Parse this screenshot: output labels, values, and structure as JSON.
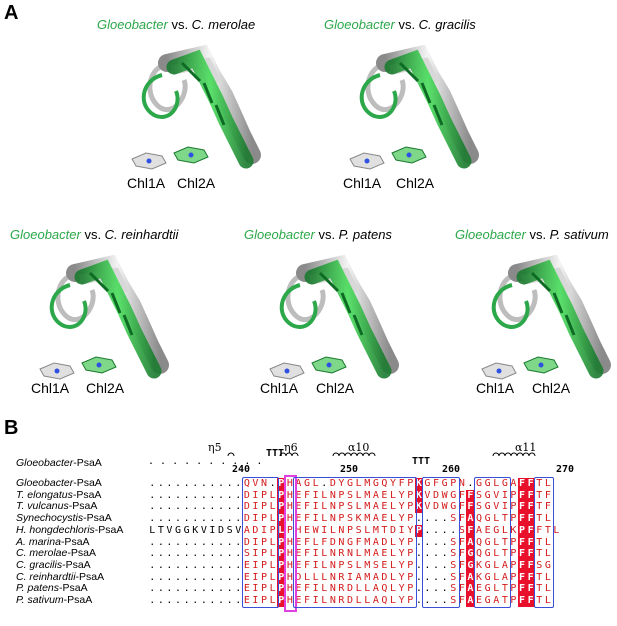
{
  "panel_a": {
    "letter": "A",
    "comparisons": [
      {
        "ref": "Gloeobacter",
        "vs": " vs. ",
        "species": "C. merolae"
      },
      {
        "ref": "Gloeobacter",
        "vs": " vs. ",
        "species": "C. gracilis"
      },
      {
        "ref": "Gloeobacter",
        "vs": " vs. ",
        "species": "C. reinhardtii"
      },
      {
        "ref": "Gloeobacter",
        "vs": " vs. ",
        "species": "P. patens"
      },
      {
        "ref": "Gloeobacter",
        "vs": " vs. ",
        "species": "P. sativum"
      }
    ],
    "chl_labels": {
      "left": "Chl1A",
      "right": "Chl2A"
    },
    "colors": {
      "gloeobacter": "#2ca84a",
      "other": "#c8c8c8"
    }
  },
  "panel_b": {
    "letter": "B",
    "secondary_structure": {
      "eta5": "η5",
      "eta6": "η6",
      "alpha10": "α10",
      "alpha11": "α11",
      "turn": "TTT"
    },
    "top_label": {
      "species": "Gloeobacter",
      "suffix": "-PsaA"
    },
    "numbers": {
      "n240": "240",
      "n250": "250",
      "n260": "260",
      "n270": "270"
    },
    "rows": [
      {
        "species": "Gloeobacter",
        "suffix": "-PsaA",
        "seq": "...........QVN.PHAGL.DYGLMGQYFPKGFGPN.GGLGAFFTL"
      },
      {
        "species": "T. elongatus",
        "suffix": "-PsaA",
        "seq": "...........DIPLPHEFILNPSLMAELYPKVDWGFFSGVIPFFTF"
      },
      {
        "species": "T. vulcanus",
        "suffix": "-PsaA",
        "seq": "...........DIPLPHEFILNPSLMAELYPKVDWGFFSGVIPFFTF"
      },
      {
        "species": "Synechocystis",
        "suffix": "-PsaA",
        "seq": "...........DIPLPHEFILNPSKMAELYP....SFAQGLTPFFTL"
      },
      {
        "species": "H. hongdechloris",
        "suffix": "-PsaA",
        "seq": "LTVGGKVIDSVADIPLPHEWILNPSLMTDIYP....SFAEGLKPFFTL"
      },
      {
        "species": "A. marina",
        "suffix": "-PsaA",
        "seq": "...........DIPLPHEFLFDNGFMADLYP....SFAQGLTPFFTL"
      },
      {
        "species": "C. merolae",
        "suffix": "-PsaA",
        "seq": "...........SIPLPHEFILNRNLMAELYP....SFGQGLTPFFTL"
      },
      {
        "species": "C. gracilis",
        "suffix": "-PsaA",
        "seq": "...........EIPLPHEFILNPSLMSELYP....SFGKGLAPFFSG"
      },
      {
        "species": "C. reinhardtii",
        "suffix": "-PsaA",
        "seq": "...........EIPLPHDLLLNRIAMADLYP....SFAKGLAPFFTL"
      },
      {
        "species": "P. patens",
        "suffix": "-PsaA",
        "seq": "...........EIPLPHEFILNRDLLAQLYP....SFAEGLTPFFTL"
      },
      {
        "species": "P. sativum",
        "suffix": "-PsaA",
        "seq": "...........EIPLPHEFILNRDLLAQLYP....SFAEGATPFFTL"
      }
    ]
  }
}
